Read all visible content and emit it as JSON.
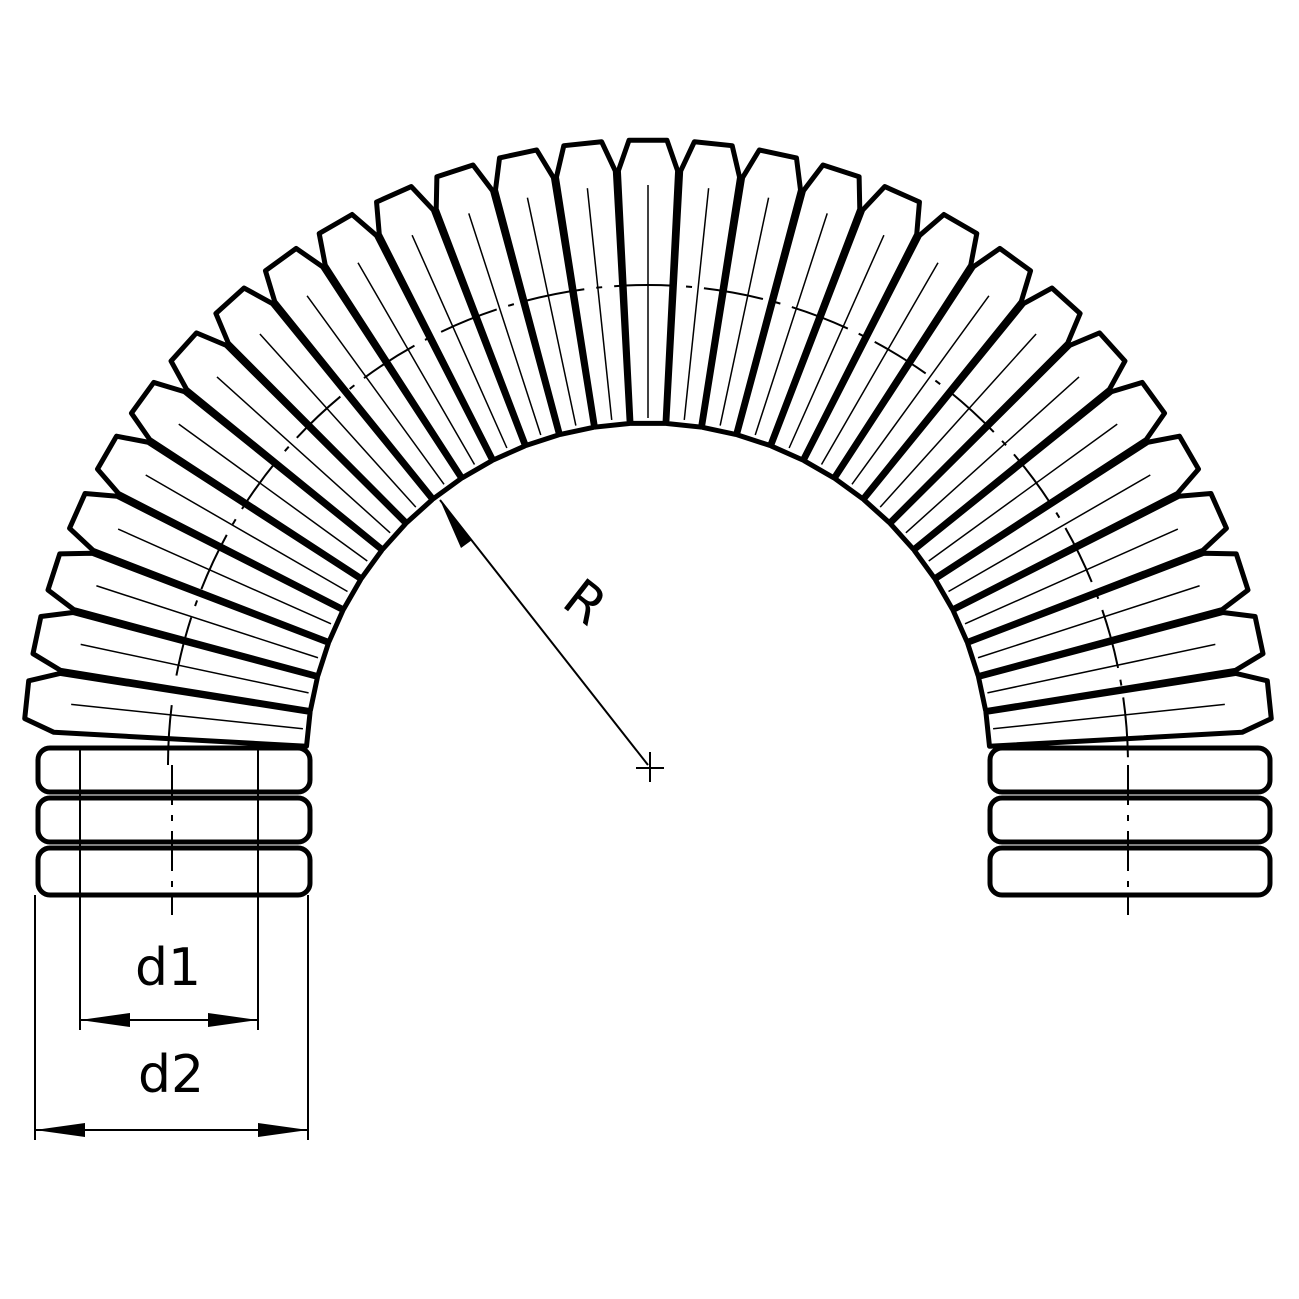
{
  "diagram": {
    "labels": {
      "inner_diameter": "d1",
      "outer_diameter": "d2",
      "bend_radius": "R"
    },
    "colors": {
      "line": "#000000",
      "background": "#ffffff"
    }
  }
}
